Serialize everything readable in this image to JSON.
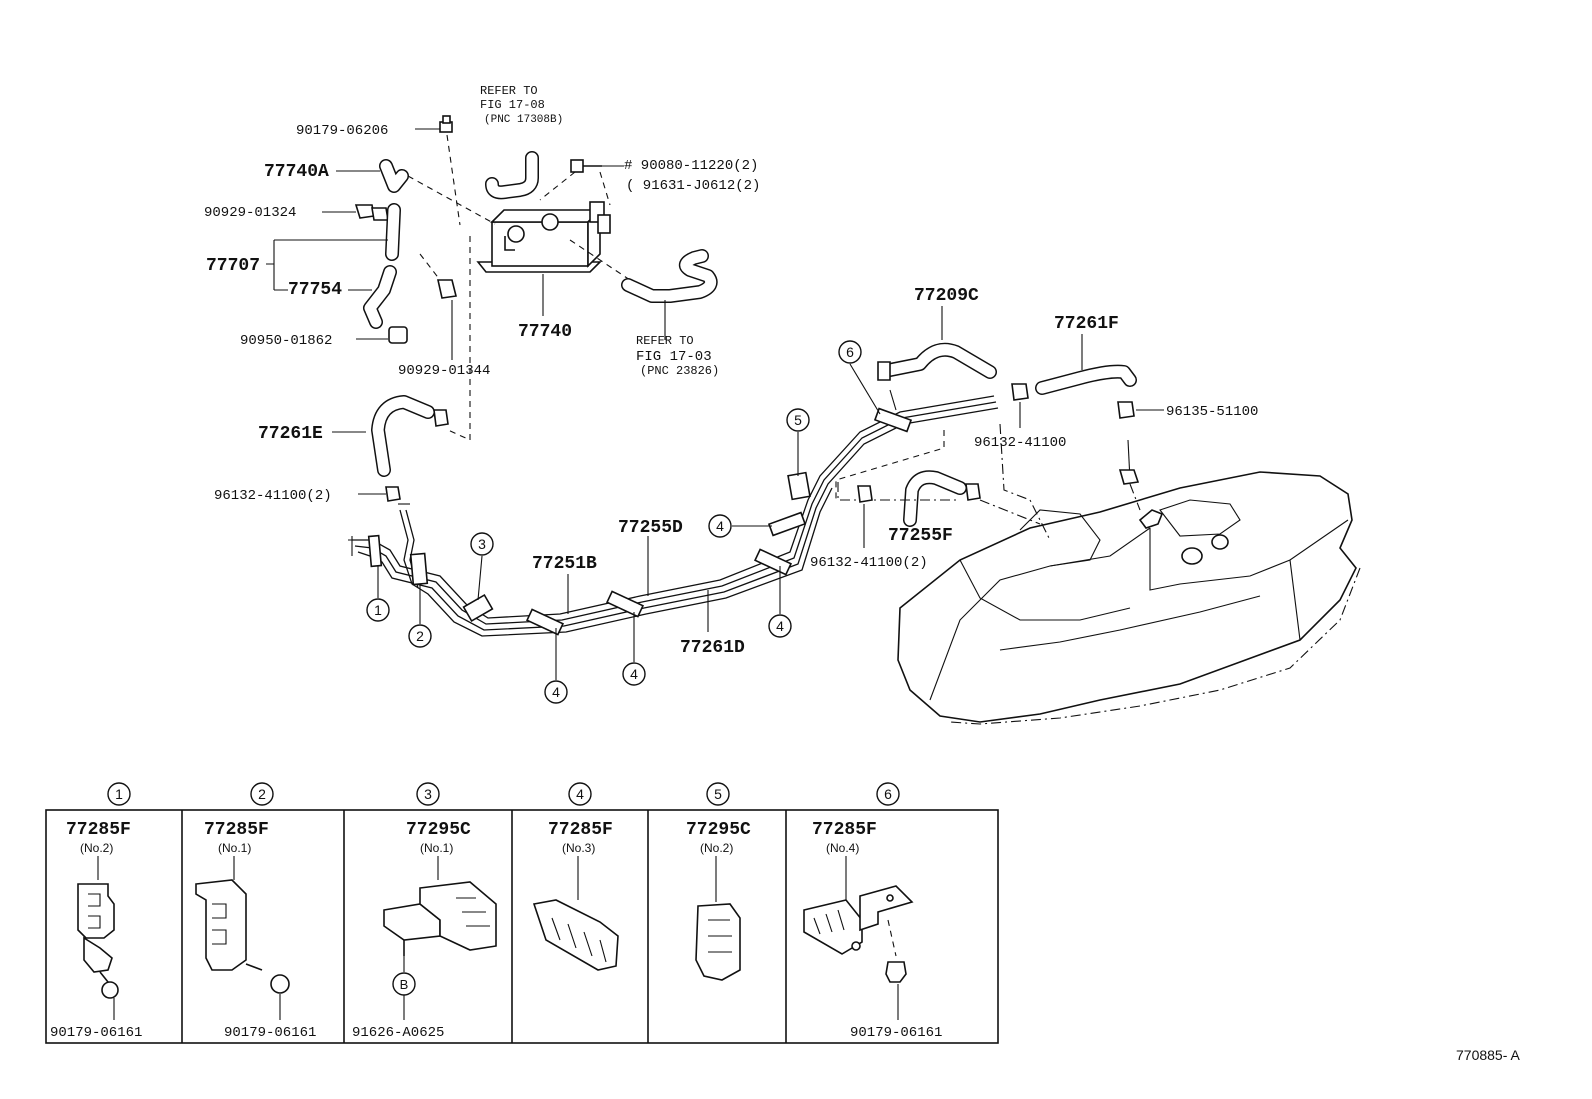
{
  "drawing_id": "770885- A",
  "refer_note_1": {
    "line1": "REFER TO",
    "line2": "FIG 17-08",
    "line3": "(PNC 17308B)"
  },
  "refer_note_2": {
    "line1": "REFER TO",
    "line2": "FIG 17-03",
    "line3": "(PNC 23826)"
  },
  "parts": {
    "p90179_06206": "90179-06206",
    "p77740A": "77740A",
    "p90929_01324": "90929-01324",
    "p77707": "77707",
    "p77754": "77754",
    "p90950_01862": "90950-01862",
    "p90929_01344": "90929-01344",
    "p77740": "77740",
    "p90080_11220": "# 90080-11220(2)",
    "p91631_J0612": "( 91631-J0612(2)",
    "p77261E": "77261E",
    "p96132_41100_2a": "96132-41100(2)",
    "p77251B": "77251B",
    "p77255D": "77255D",
    "p77261D": "77261D",
    "p77209C": "77209C",
    "p77261F": "77261F",
    "p96132_41100": "96132-41100",
    "p96135_51100": "96135-51100",
    "p77255F": "77255F",
    "p96132_41100_2b": "96132-41100(2)"
  },
  "callouts": {
    "c1": "1",
    "c2": "2",
    "c3": "3",
    "c4a": "4",
    "c4b": "4",
    "c4c": "4",
    "c4d": "4",
    "c5": "5",
    "c6": "6"
  },
  "detail_boxes": [
    {
      "num": "1",
      "part": "77285F",
      "sub": "(No.2)",
      "fastener": "90179-06161"
    },
    {
      "num": "2",
      "part": "77285F",
      "sub": "(No.1)",
      "fastener": "90179-06161"
    },
    {
      "num": "3",
      "part": "77295C",
      "sub": "(No.1)",
      "fastener": "91626-A0625",
      "fastener_tag": "B"
    },
    {
      "num": "4",
      "part": "77285F",
      "sub": "(No.3)"
    },
    {
      "num": "5",
      "part": "77295C",
      "sub": "(No.2)"
    },
    {
      "num": "6",
      "part": "77285F",
      "sub": "(No.4)",
      "fastener": "90179-06161"
    }
  ]
}
